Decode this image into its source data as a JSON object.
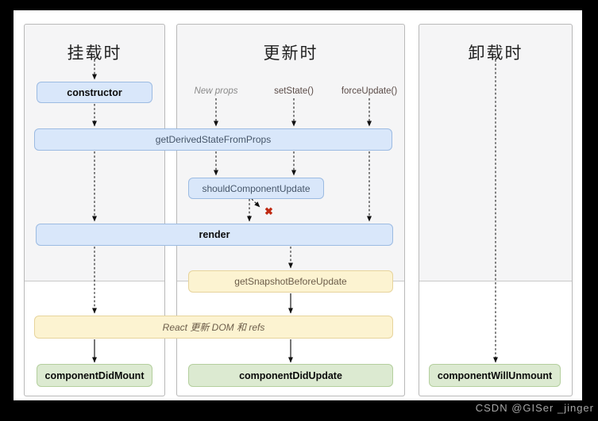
{
  "watermark": "CSDN @GISer _jinger",
  "panels": [
    {
      "title": "挂载时"
    },
    {
      "title": "更新时"
    },
    {
      "title": "卸载时"
    }
  ],
  "triggers": {
    "new_props": "New props",
    "set_state": "setState()",
    "force_update": "forceUpdate()"
  },
  "boxes": {
    "constructor": "constructor",
    "get_derived_state_from_props": "getDerivedStateFromProps",
    "should_component_update": "shouldComponentUpdate",
    "render": "render",
    "get_snapshot_before_update": "getSnapshotBeforeUpdate",
    "react_update_dom": "React 更新 DOM 和 refs",
    "component_did_mount": "componentDidMount",
    "component_did_update": "componentDidUpdate",
    "component_will_unmount": "componentWillUnmount"
  },
  "icons": {
    "blocked_cross": "✖"
  },
  "colors": {
    "blue_fill": "#d9e7fa",
    "blue_border": "#9cbbe2",
    "yellow_fill": "#fcf3d1",
    "yellow_border": "#e7d49c",
    "green_fill": "#dcead1",
    "green_border": "#b4cf9e",
    "panel_gray": "#f5f5f6",
    "cross_red": "#bf2a13",
    "frame_black": "#000000"
  }
}
